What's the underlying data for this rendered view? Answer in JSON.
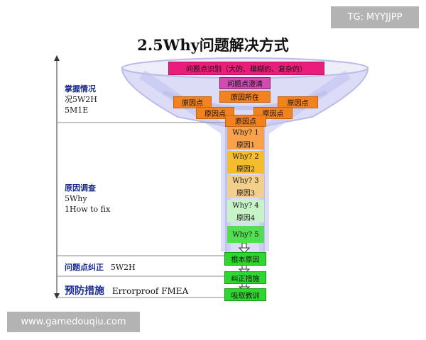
{
  "watermarks": {
    "top": "TG: MYYJJPP",
    "bottom": "www.gamedouqiu.com"
  },
  "title": "2.5Why问题解决方式",
  "left_labels": {
    "grasp": {
      "title": "掌握情况",
      "line1": "况5W2H",
      "line2": "5M1E"
    },
    "cause": {
      "title": "原因调查",
      "line1": "5Why",
      "line2": "1How to fix"
    },
    "correct": {
      "title": "问题点纠正",
      "sub": "5W2H"
    },
    "prevent": {
      "title": "预防措施",
      "sub": "Errorproof FMEA"
    }
  },
  "grasp_title_prefix": "掌握情",
  "funnel": {
    "top_bar": "问题点识别（大的、模糊的、复杂的）",
    "clarify": "问题点澄清",
    "location": "原因所在",
    "cause_label": "原因点"
  },
  "why_ladder": [
    {
      "why": "Why? 1",
      "cause": "原因1",
      "color": "#f7a24a"
    },
    {
      "why": "Why? 2",
      "cause": "原因2",
      "color": "#f5bd2e"
    },
    {
      "why": "Why? 3",
      "cause": "原因3",
      "color": "#f3cf8c"
    },
    {
      "why": "Why? 4",
      "cause": "原因4",
      "color": "#c8f2c8"
    },
    {
      "why": "Why? 5",
      "cause": "",
      "color": "#52dd52"
    }
  ],
  "outcomes": {
    "root": "根本原因",
    "correct": "纠正措施",
    "learn": "吸取教训"
  },
  "colors": {
    "funnel_blue": "#c7c9f2",
    "pink": "#ea1e7a",
    "orange": "#f2821f",
    "green": "#2fd62f"
  }
}
